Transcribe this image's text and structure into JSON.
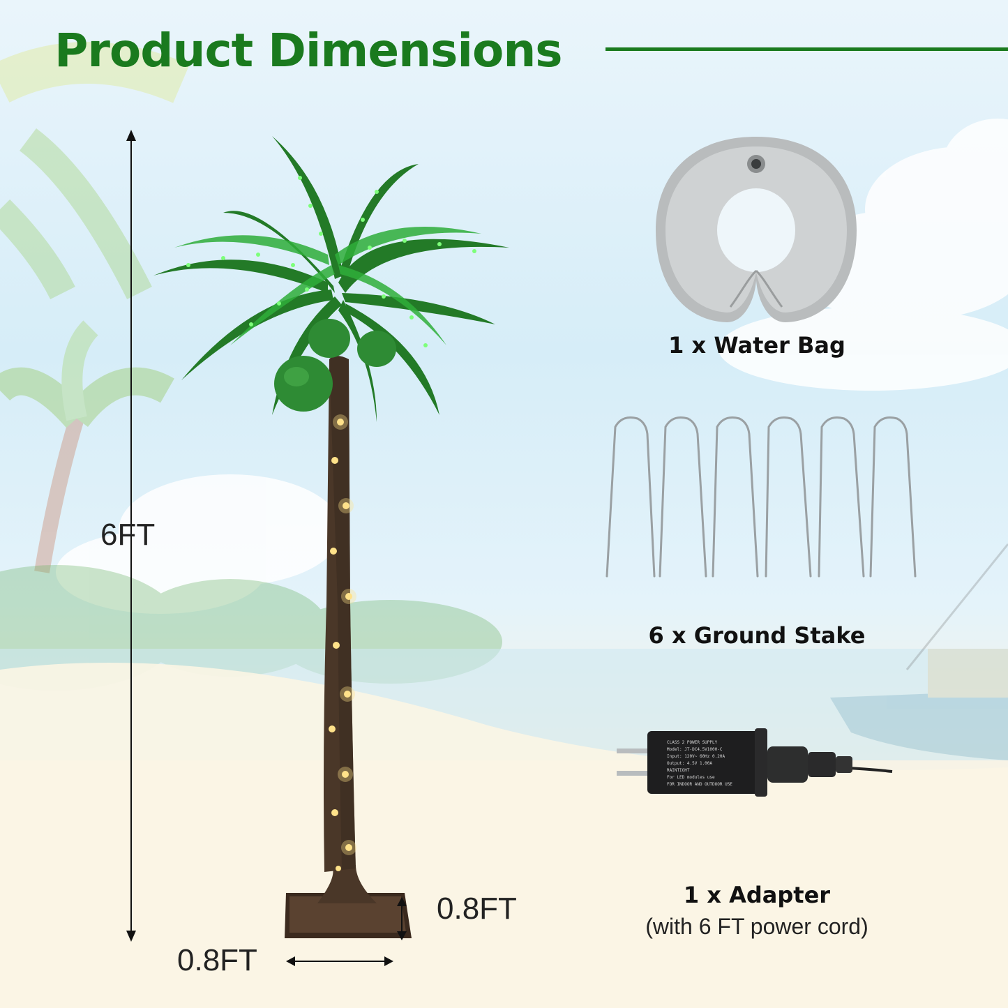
{
  "header": {
    "title": "Product Dimensions"
  },
  "dimensions": {
    "height_label": "6FT",
    "base_height_label": "0.8FT",
    "base_width_label": "0.8FT"
  },
  "accessories": {
    "water_bag_label": "1 x Water Bag",
    "stake_label": "6 x Ground Stake",
    "adapter_label": "1 x Adapter",
    "adapter_sub_label": "(with 6 FT power cord)"
  },
  "colors": {
    "title_green": "#1a7a1e",
    "leaf_green": "#2fae3a",
    "trunk_brown": "#4a3728"
  }
}
